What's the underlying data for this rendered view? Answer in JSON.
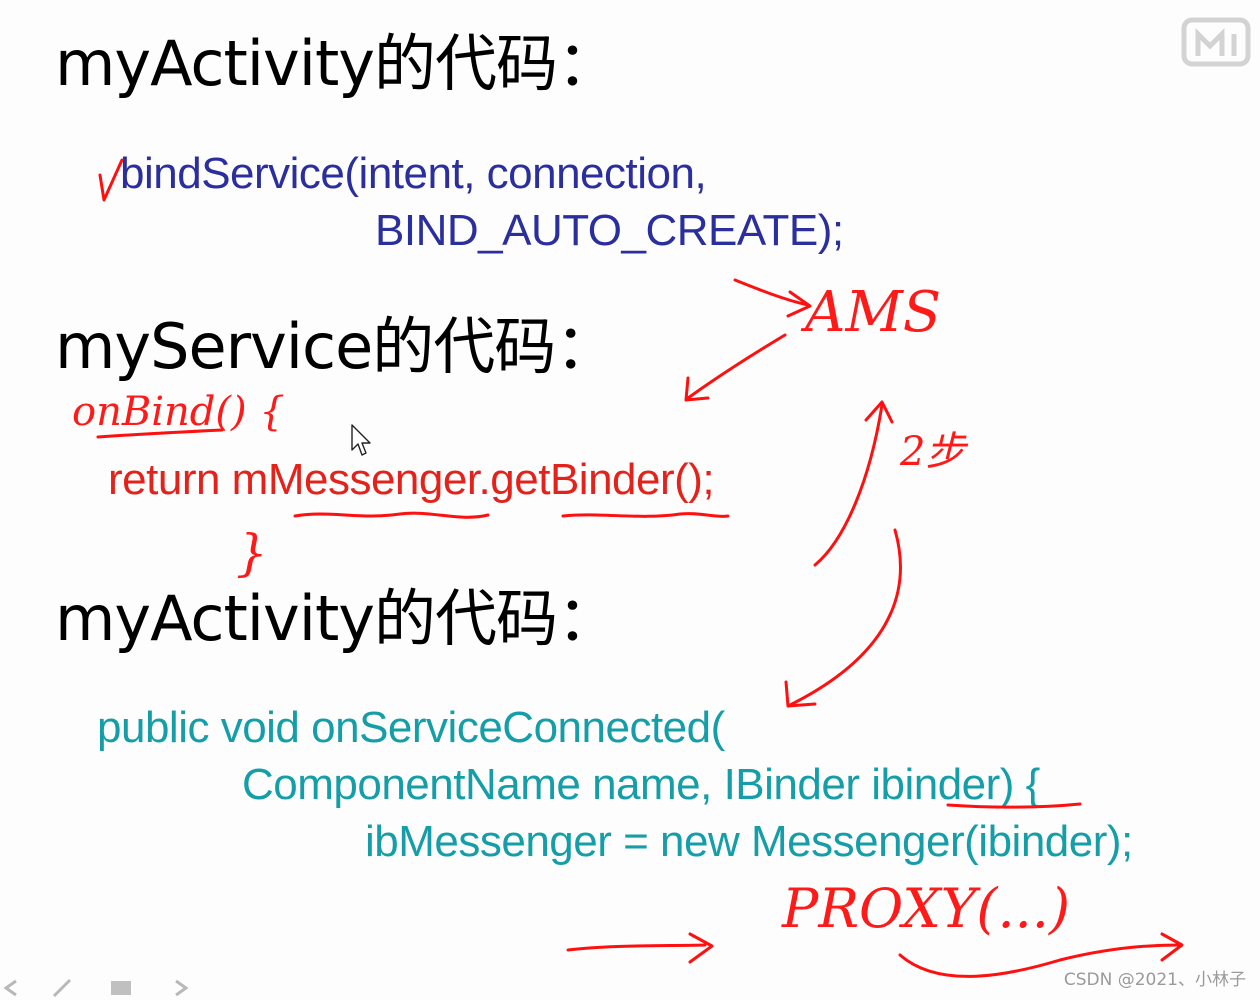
{
  "headings": {
    "h1": "myActivity的代码：",
    "h2": "myService的代码：",
    "h3": "myActivity的代码："
  },
  "code": {
    "bind_line1": "bindService(intent, connection,",
    "bind_line2": "BIND_AUTO_CREATE);",
    "return_line": "return mMessenger.getBinder();",
    "connected_line1": "public void onServiceConnected(",
    "connected_line2": "ComponentName name, IBinder ibinder) {",
    "connected_line3": "ibMessenger = new Messenger(ibinder);"
  },
  "annotations": {
    "ams": "AMS",
    "onbind": "onBind() {",
    "close_brace": "}",
    "step": "2步",
    "proxy": "PROXY(...)"
  },
  "colors": {
    "code_blue": "#2b2f9e",
    "code_red": "#e3231b",
    "code_teal": "#159ea8",
    "ink_red": "#ff1010"
  },
  "icons": {
    "cursor": "mouse-pointer-icon",
    "logo": "corner-logo-icon"
  },
  "watermark": "CSDN @2021、小林子"
}
